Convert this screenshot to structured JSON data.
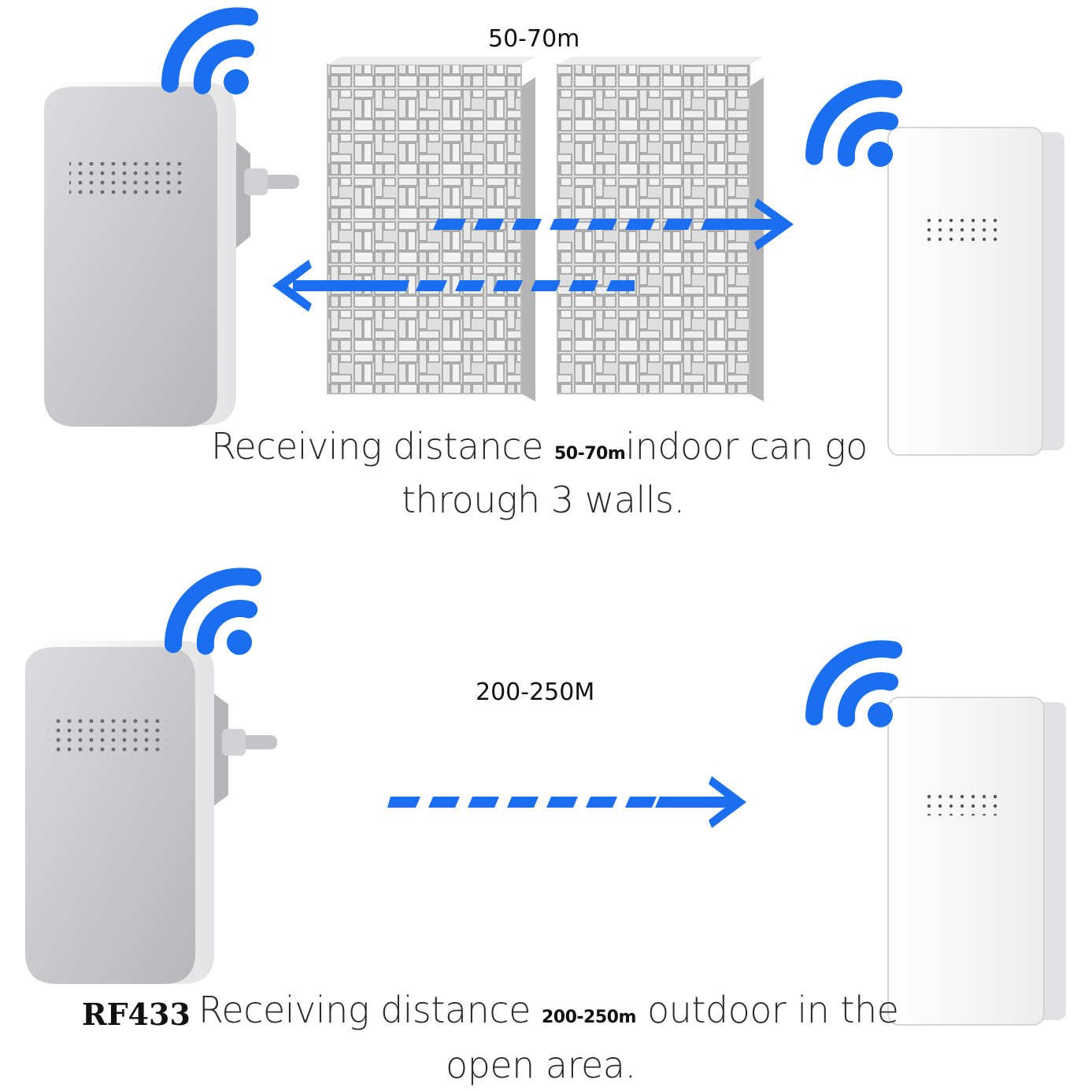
{
  "top_panel": {
    "range_label": "50-70m",
    "caption_prefix": "Receiving distance",
    "caption_distance": "50-70m",
    "caption_suffix": "indoor can go",
    "caption_line2": "through 3 walls."
  },
  "bottom_panel": {
    "range_label": "200-250M",
    "tag": "RF433",
    "caption_prefix": "Receiving distance",
    "caption_distance": "200-250m",
    "caption_suffix": "outdoor in the",
    "caption_line2": "open area."
  },
  "colors": {
    "signal_blue": "#1a6ef0",
    "device_gray": "#c9c9cb",
    "device_white": "#f7f7f7",
    "wall": "#d9d9d9"
  },
  "icons": [
    "wifi-signal-icon",
    "dashed-arrow-right",
    "dashed-arrow-left",
    "brick-wall"
  ]
}
